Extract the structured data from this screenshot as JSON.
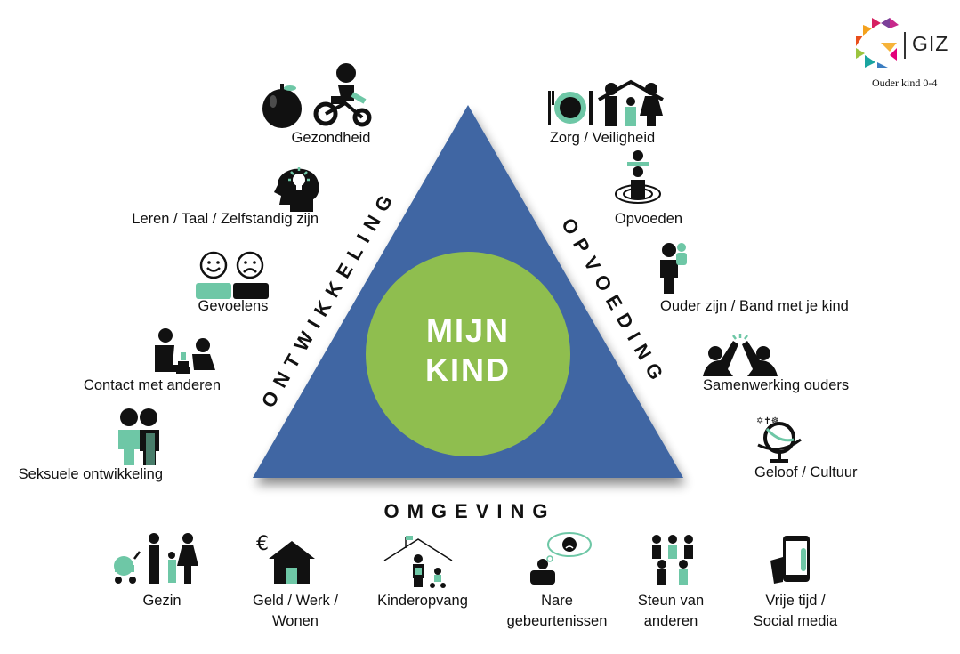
{
  "brand": {
    "name": "GIZ",
    "subtitle": "Ouder kind 0-4"
  },
  "center": {
    "line1": "MIJN",
    "line2": "KIND"
  },
  "sides": {
    "left": "ONTWIKKELING",
    "right": "OPVOEDING",
    "bottom": "OMGEVING"
  },
  "left_items": {
    "gezondheid": "Gezondheid",
    "leren": "Leren / Taal / Zelfstandig zijn",
    "gevoelens": "Gevoelens",
    "contact": "Contact met anderen",
    "seksuele": "Seksuele ontwikkeling"
  },
  "right_items": {
    "zorg": "Zorg / Veiligheid",
    "opvoeden": "Opvoeden",
    "ouder_zijn": "Ouder zijn / Band met je kind",
    "samenwerking": "Samenwerking ouders",
    "geloof": "Geloof / Cultuur"
  },
  "bottom_items": {
    "gezin": "Gezin",
    "geld_1": "Geld / Werk /",
    "geld_2": "Wonen",
    "kinderopvang": "Kinderopvang",
    "nare_1": "Nare",
    "nare_2": "gebeurtenissen",
    "steun_1": "Steun van",
    "steun_2": "anderen",
    "vrije_1": "Vrije tijd /",
    "vrije_2": "Social media"
  },
  "colors": {
    "triangle": "#3f66a3",
    "circle": "#8fbe4f",
    "accent": "#6ec7a6",
    "icon": "#111111"
  }
}
